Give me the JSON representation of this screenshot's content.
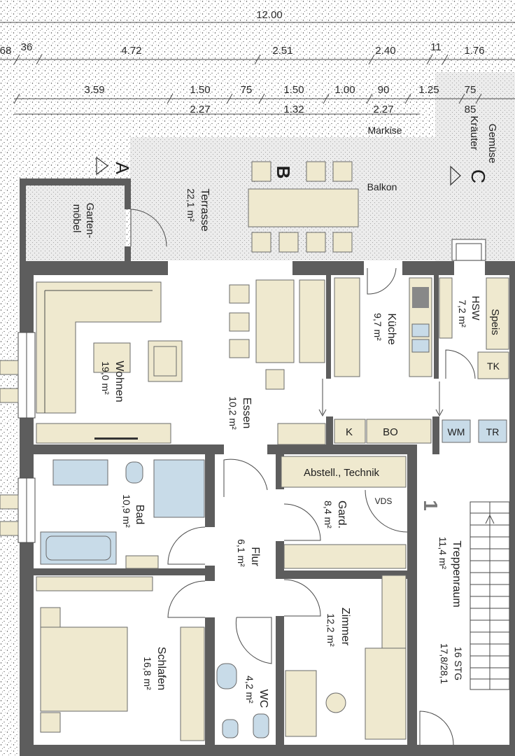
{
  "dimensions": {
    "total": "12.00",
    "row1": [
      "68",
      "36",
      "4.72",
      "2.51",
      "2.40",
      "11",
      "1.76"
    ],
    "row2": [
      "3.59",
      "1.50",
      "75",
      "1.50",
      "1.00",
      "90",
      "1.25",
      "75"
    ],
    "row3": [
      "2.27",
      "1.32",
      "2.27",
      "85"
    ]
  },
  "exterior": {
    "markise": "Markise",
    "balkon": "Balkon",
    "section_a": "A",
    "section_b": "B",
    "section_c": "C",
    "kraeuter": "Kräuter",
    "gemuese": "Gemüse",
    "gartenmoebel_1": "Garten-",
    "gartenmoebel_2": "möbel"
  },
  "rooms": {
    "terrasse": {
      "name": "Terrasse",
      "area": "22,1 m²"
    },
    "wohnen": {
      "name": "Wohnen",
      "area": "19,0 m²"
    },
    "essen": {
      "name": "Essen",
      "area": "10,2 m²"
    },
    "kueche": {
      "name": "Küche",
      "area": "9,7 m²"
    },
    "hsw": {
      "name": "HSW",
      "area": "7,2 m²"
    },
    "speis": {
      "name": "Speis"
    },
    "bad": {
      "name": "Bad",
      "area": "10,9 m²"
    },
    "flur": {
      "name": "Flur",
      "area": "6,1 m²"
    },
    "gard": {
      "name": "Gard.",
      "area": "8,4 m²"
    },
    "abstell": {
      "name": "Abstell., Technik"
    },
    "treppenraum": {
      "name": "Treppenraum",
      "area": "11,4 m²"
    },
    "schlafen": {
      "name": "Schlafen",
      "area": "16,8 m²"
    },
    "wc": {
      "name": "WC",
      "area": "4,2 m²"
    },
    "zimmer": {
      "name": "Zimmer",
      "area": "12,2 m²"
    }
  },
  "fixtures": {
    "tk": "TK",
    "k": "K",
    "bo": "BO",
    "wm": "WM",
    "tr": "TR",
    "vds": "VDS"
  },
  "stairs": {
    "number": "1",
    "steps": "16 STG",
    "ratio": "17,8/28,1"
  },
  "colors": {
    "wall": "#5d5d5d",
    "furniture": "#efe9cf",
    "sanitary": "#c8dbe8"
  }
}
